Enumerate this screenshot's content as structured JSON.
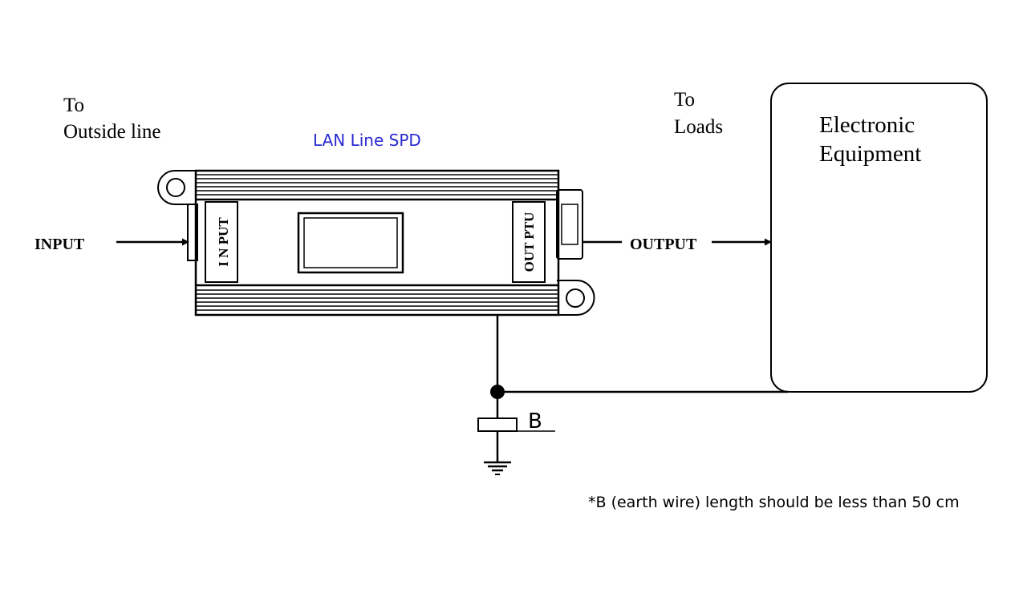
{
  "labels": {
    "to_outside_line": [
      "To",
      "Outside line"
    ],
    "to_loads": [
      "To",
      "Loads"
    ],
    "spd_title": "LAN Line SPD",
    "input_arrow_label": "INPUT",
    "output_arrow_label": "OUTPUT",
    "device_input_port": "I N PUT",
    "device_output_port": "OUT PTU",
    "equipment": [
      "Electronic",
      "Equipment"
    ],
    "earth_label": "B",
    "footnote": "*B (earth wire) length should be less than 50 cm"
  },
  "colors": {
    "line": "#000000",
    "spd_title": "#2a2ad0",
    "background": "#ffffff"
  },
  "icons": [
    "ground-symbol-icon",
    "mounting-hole-icon",
    "arrow-right-icon"
  ]
}
